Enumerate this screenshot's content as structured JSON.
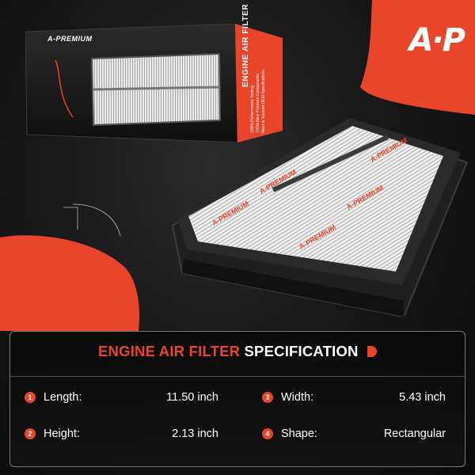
{
  "brand": {
    "logo_text": "A·P",
    "box_brand": "A-PREMIUM",
    "accent_color": "#e8452b"
  },
  "box": {
    "panel_title": "ENGINE AIR FILTER",
    "features": [
      "100% Performance Testing",
      "100% New Premium Components",
      "Meet or Exceed OEM Specifications"
    ]
  },
  "spec": {
    "title_accent": "ENGINE AIR FILTER",
    "title_white": "SPECIFICATION",
    "items": [
      {
        "num": "1",
        "label": "Length:",
        "value": "11.50 inch"
      },
      {
        "num": "2",
        "label": "Height:",
        "value": "2.13 inch"
      },
      {
        "num": "3",
        "label": "Width:",
        "value": "5.43 inch"
      },
      {
        "num": "4",
        "label": "Shape:",
        "value": "Rectangular"
      }
    ]
  }
}
